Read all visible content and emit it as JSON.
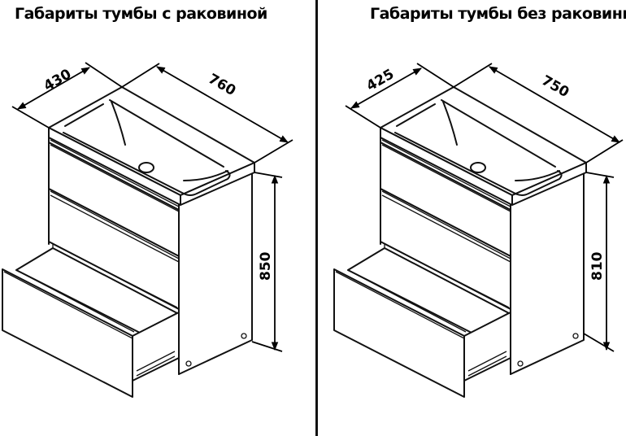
{
  "left_panel": {
    "title": "Габариты тумбы с раковиной",
    "dimensions": {
      "depth": "430",
      "width": "760",
      "height": "850"
    }
  },
  "right_panel": {
    "title": "Габариты тумбы без раковины",
    "dimensions": {
      "depth": "425",
      "width": "750",
      "height": "810"
    }
  },
  "colors": {
    "line": "#111111",
    "background": "#ffffff"
  }
}
